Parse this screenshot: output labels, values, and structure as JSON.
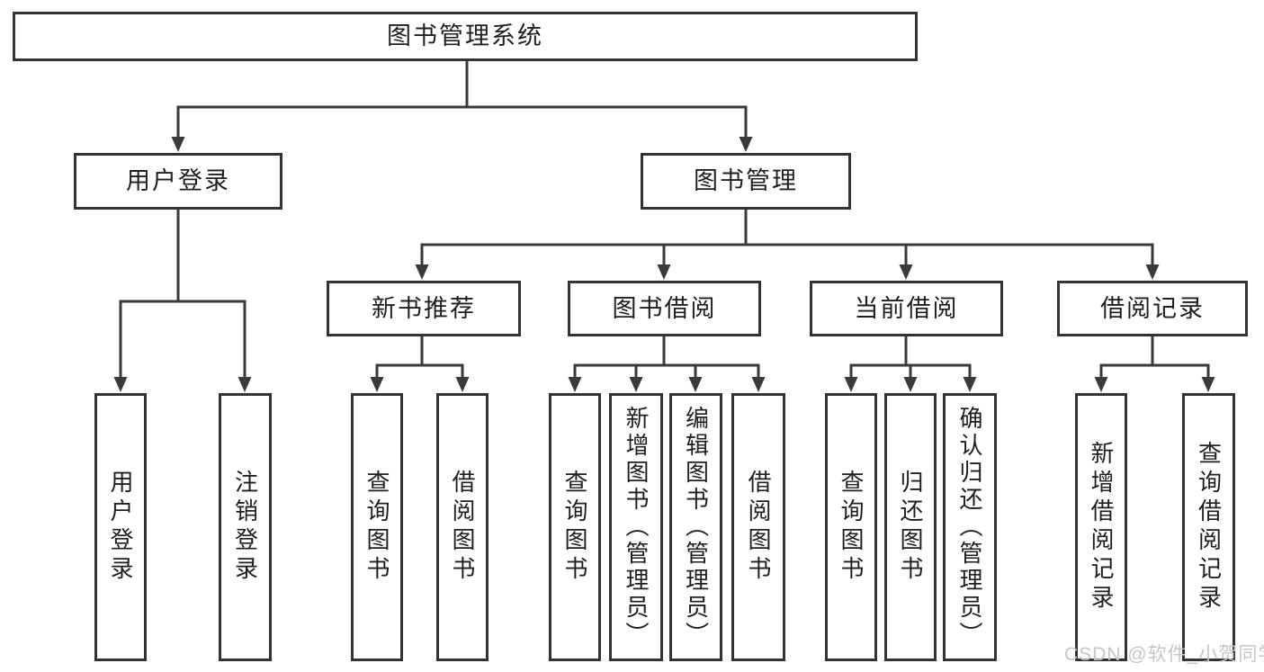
{
  "diagram_type": "hierarchy-tree",
  "tree": {
    "label": "图书管理系统",
    "children": [
      {
        "label": "用户登录",
        "children": [
          {
            "label": "用户登录"
          },
          {
            "label": "注销登录"
          }
        ]
      },
      {
        "label": "图书管理",
        "children": [
          {
            "label": "新书推荐",
            "children": [
              {
                "label": "查询图书"
              },
              {
                "label": "借阅图书"
              }
            ]
          },
          {
            "label": "图书借阅",
            "children": [
              {
                "label": "查询图书"
              },
              {
                "label": "新增图书（管理员）"
              },
              {
                "label": "编辑图书（管理员）"
              },
              {
                "label": "借阅图书"
              }
            ]
          },
          {
            "label": "当前借阅",
            "children": [
              {
                "label": "查询图书"
              },
              {
                "label": "归还图书"
              },
              {
                "label": "确认归还（管理员）"
              }
            ]
          },
          {
            "label": "借阅记录",
            "children": [
              {
                "label": "新增借阅记录"
              },
              {
                "label": "查询借阅记录"
              }
            ]
          }
        ]
      }
    ]
  },
  "watermark": "CSDN @软件_小贺同学",
  "colors": {
    "line": "#3a3a3a",
    "box_border": "#333333",
    "text": "#1f1f1f",
    "background": "#ffffff",
    "watermark": "#c6c6c6"
  }
}
